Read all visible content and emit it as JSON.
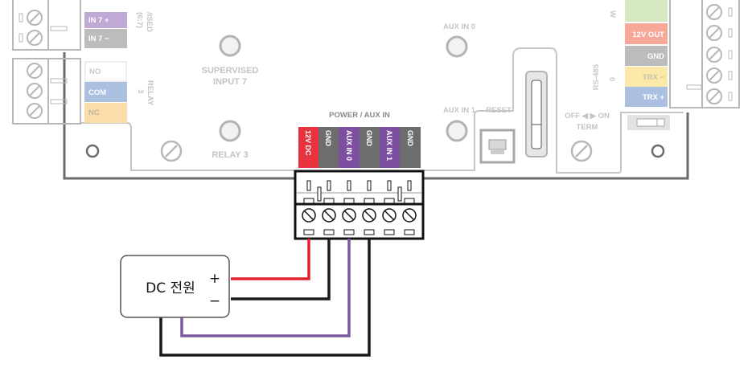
{
  "left_labels": {
    "in7_plus": "IN 7 +",
    "in7_minus": "IN 7 −",
    "no": "NO",
    "com": "COM",
    "nc": "NC",
    "supervised_rot": "/ISED",
    "supervised_range": "(6:7)",
    "relay_rot": "RELAY",
    "relay_num": "3"
  },
  "board": {
    "supervised_input_7_line1": "SUPERVISED",
    "supervised_input_7_line2": "INPUT 7",
    "relay_3": "RELAY 3",
    "aux_in_0": "AUX IN 0",
    "aux_in_1": "AUX IN 1",
    "reset": "RESET",
    "term_switch": "OFF ◀ ▶ ON",
    "term": "TERM",
    "rs485": "RS-485",
    "rs485_num": "0",
    "w": "W"
  },
  "right_labels": {
    "out_12v": "12V OUT",
    "gnd": "GND",
    "trx_minus": "TRX −",
    "trx_plus": "TRX +"
  },
  "power_header": "POWER / AUX IN",
  "power_pins": [
    {
      "label": "12V DC",
      "color": "#e8323e"
    },
    {
      "label": "GND",
      "color": "#6d6d6d"
    },
    {
      "label": "AUX IN 0",
      "color": "#7d4fa0"
    },
    {
      "label": "GND",
      "color": "#6d6d6d"
    },
    {
      "label": "AUX IN 1",
      "color": "#7d4fa0"
    },
    {
      "label": "GND",
      "color": "#6d6d6d"
    }
  ],
  "dc_supply": {
    "label": "DC 전원",
    "plus": "+",
    "minus": "−"
  },
  "colors": {
    "wire_red": "#e0212b",
    "wire_black": "#1a1a1a",
    "wire_purple": "#7a5a9e",
    "board_outline": "#6f6a68"
  }
}
